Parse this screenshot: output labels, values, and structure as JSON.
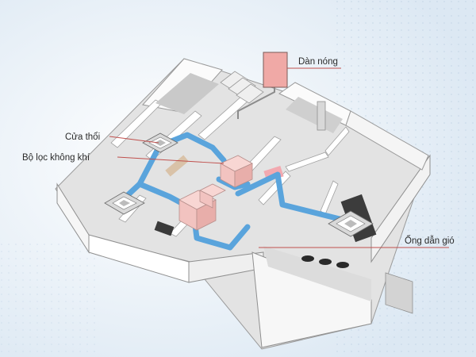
{
  "labels": {
    "outdoor_unit": "Dàn nóng",
    "supply_diffuser": "Cửa thổi",
    "air_filter": "Bộ lọc không khí",
    "air_duct": "Ống dẫn gió"
  },
  "colors": {
    "background": "#eaf1f8",
    "duct": "#5aa4dc",
    "unit": "#f2c3c0",
    "leader_line": "#c0504d",
    "wall": "#f4f4f4",
    "floor": "#d9d9d9"
  }
}
